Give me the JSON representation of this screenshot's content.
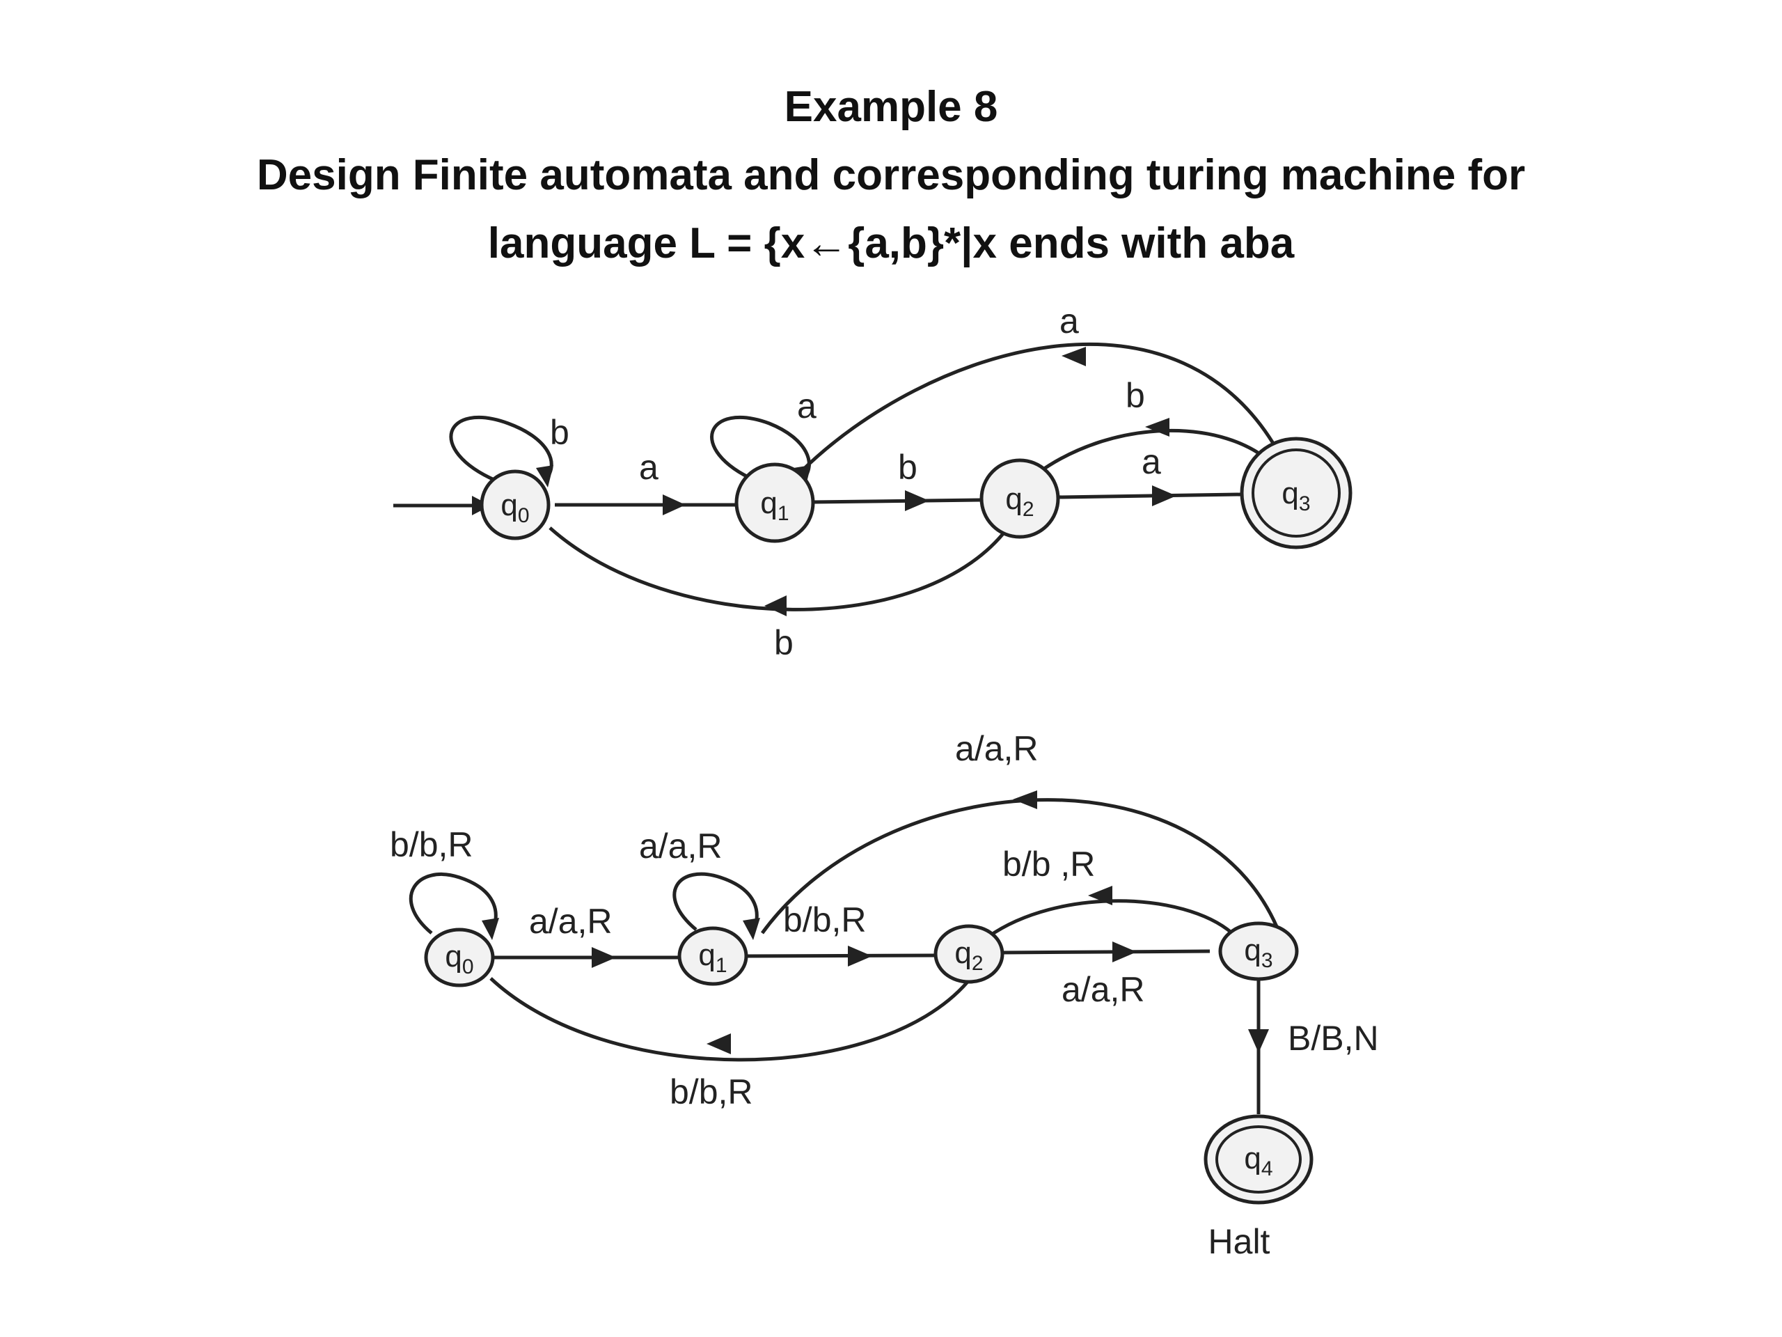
{
  "slide": {
    "title": "Example 8",
    "subtitle_line1": "Design Finite automata and corresponding turing machine for",
    "subtitle_line2": "language L = {x←{a,b}*|x ends with aba"
  },
  "finite_automaton": {
    "states": [
      {
        "id": "q0",
        "base": "q",
        "sub": "0",
        "start": true,
        "accept": false
      },
      {
        "id": "q1",
        "base": "q",
        "sub": "1",
        "start": false,
        "accept": false
      },
      {
        "id": "q2",
        "base": "q",
        "sub": "2",
        "start": false,
        "accept": false
      },
      {
        "id": "q3",
        "base": "q",
        "sub": "3",
        "start": false,
        "accept": true
      }
    ],
    "transitions": [
      {
        "from": "q0",
        "to": "q0",
        "label": "b"
      },
      {
        "from": "q0",
        "to": "q1",
        "label": "a"
      },
      {
        "from": "q1",
        "to": "q1",
        "label": "a"
      },
      {
        "from": "q1",
        "to": "q2",
        "label": "b"
      },
      {
        "from": "q2",
        "to": "q3",
        "label": "a"
      },
      {
        "from": "q2",
        "to": "q0",
        "label": "b"
      },
      {
        "from": "q3",
        "to": "q1",
        "label": "a"
      },
      {
        "from": "q3",
        "to": "q2",
        "label": "b"
      }
    ]
  },
  "turing_machine": {
    "states": [
      {
        "id": "q0",
        "base": "q",
        "sub": "0",
        "accept": false
      },
      {
        "id": "q1",
        "base": "q",
        "sub": "1",
        "accept": false
      },
      {
        "id": "q2",
        "base": "q",
        "sub": "2",
        "accept": false
      },
      {
        "id": "q3",
        "base": "q",
        "sub": "3",
        "accept": false
      },
      {
        "id": "q4",
        "base": "q",
        "sub": "4",
        "accept": true
      }
    ],
    "transitions": [
      {
        "from": "q0",
        "to": "q0",
        "label": "b/b,R"
      },
      {
        "from": "q0",
        "to": "q1",
        "label": "a/a,R"
      },
      {
        "from": "q1",
        "to": "q1",
        "label": "a/a,R"
      },
      {
        "from": "q1",
        "to": "q2",
        "label": "b/b,R"
      },
      {
        "from": "q2",
        "to": "q3",
        "label": "a/a,R"
      },
      {
        "from": "q2",
        "to": "q0",
        "label": "b/b,R"
      },
      {
        "from": "q3",
        "to": "q1",
        "label": "a/a,R"
      },
      {
        "from": "q3",
        "to": "q2",
        "label": "b/b ,R"
      },
      {
        "from": "q3",
        "to": "q4",
        "label": "B/B,N"
      }
    ],
    "halt_label": "Halt"
  },
  "colors": {
    "ink": "#222222",
    "state_fill": "#f2f2f2",
    "background": "#ffffff"
  }
}
